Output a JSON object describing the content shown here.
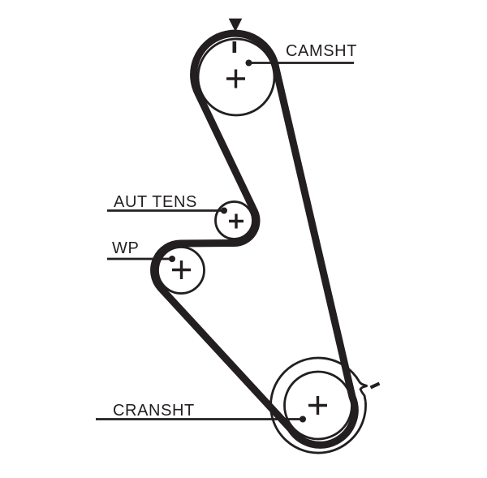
{
  "diagram": {
    "background_color": "#ffffff",
    "ink_color": "#231f20",
    "labels": {
      "camshaft": "CAMSHT",
      "auto_tensioner": "AUT TENS",
      "water_pump": "WP",
      "crankshaft": "CRANSHT"
    },
    "icons": {
      "direction_arrow": "filled-down-triangle",
      "camshaft_timing_mark": "short-vertical-bar",
      "pulley_center": "plus-cross",
      "crankshaft_timing_notch": "zigzag-circle-break",
      "crankshaft_timing_dash": "short-angled-dash",
      "leader_end": "filled-dot"
    }
  }
}
